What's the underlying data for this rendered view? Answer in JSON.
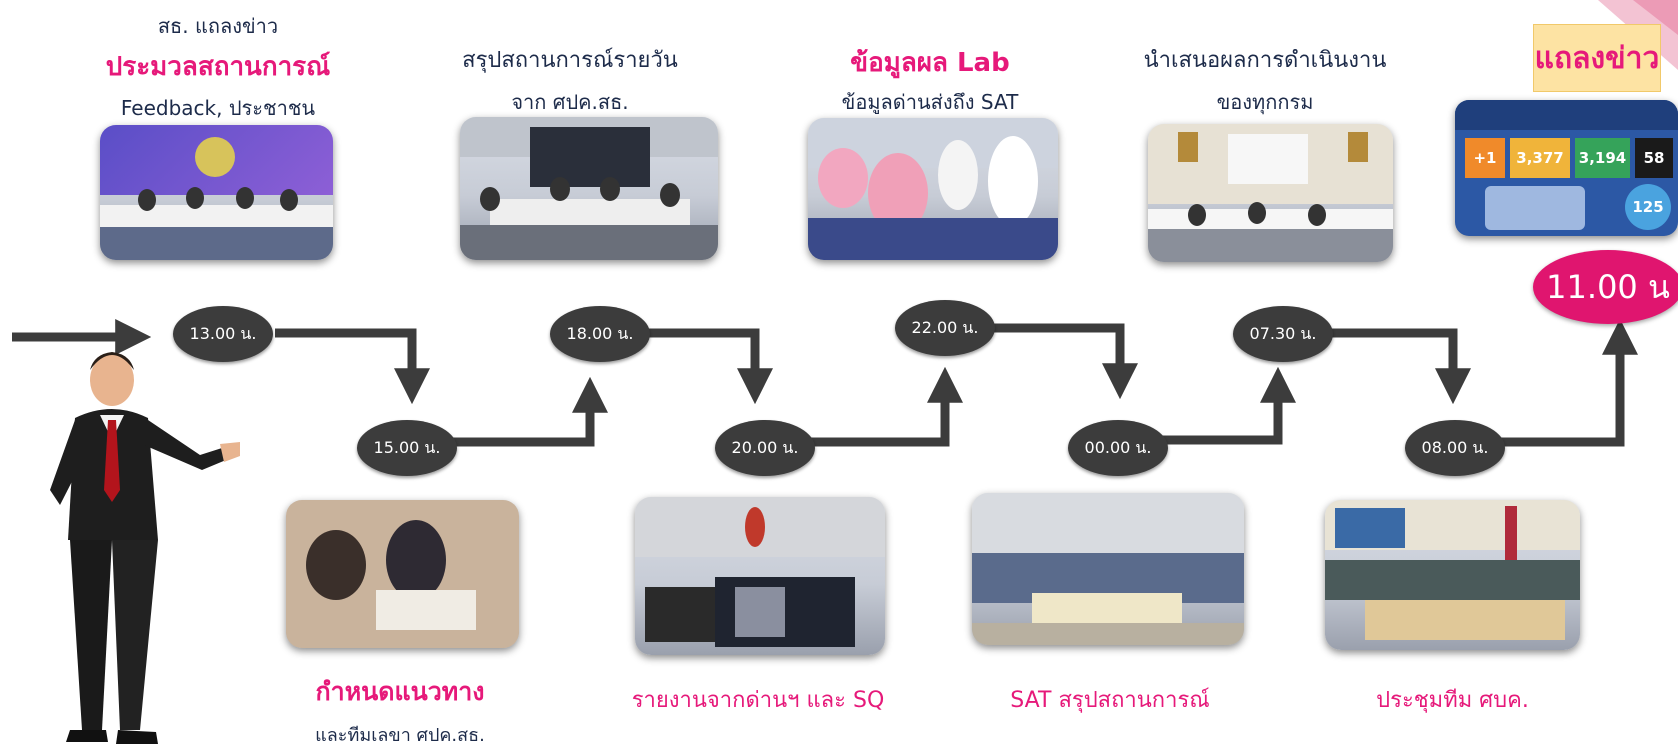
{
  "colors": {
    "accent_pink": "#e6197a",
    "navy_text": "#1d2b4a",
    "time_oval": "#3c3c3c",
    "arrow": "#3c3c3c",
    "press_box_bg": "#fde3a3"
  },
  "top_stages": [
    {
      "line1": "สธ. แถลงข่าว",
      "line2": "ประมวลสถานการณ์",
      "line3": "Feedback, ประชาชน"
    },
    {
      "line1": "สรุปสถานการณ์รายวัน",
      "line2": "จาก ศปค.สธ."
    },
    {
      "line1": "ข้อมูลผล Lab",
      "line2": "ข้อมูลด่านส่งถึง SAT"
    },
    {
      "line1": "นำเสนอผลการดำเนินงาน",
      "line2": "ของทุกกรม"
    }
  ],
  "bottom_stages": [
    {
      "line1": "กำหนดแนวทาง",
      "line2": "และทีมเลขา ศปค.สธ."
    },
    {
      "line1": "รายงานจากด่านฯ และ SQ"
    },
    {
      "line1": "SAT สรุปสถานการณ์"
    },
    {
      "line1": "ประชุมทีม ศบค."
    }
  ],
  "times": [
    "13.00 น.",
    "15.00 น.",
    "18.00 น.",
    "20.00 น.",
    "22.00 น.",
    "00.00 น.",
    "07.30 น.",
    "08.00 น."
  ],
  "final": {
    "label": "แถลงข่าว",
    "time": "11.00 น"
  },
  "infographic": {
    "values": [
      "+1",
      "3,377",
      "3,194",
      "58",
      "125"
    ]
  },
  "icons": {
    "presenter": "businessman-presenter-icon",
    "entry_arrow": "right-arrow-icon"
  }
}
